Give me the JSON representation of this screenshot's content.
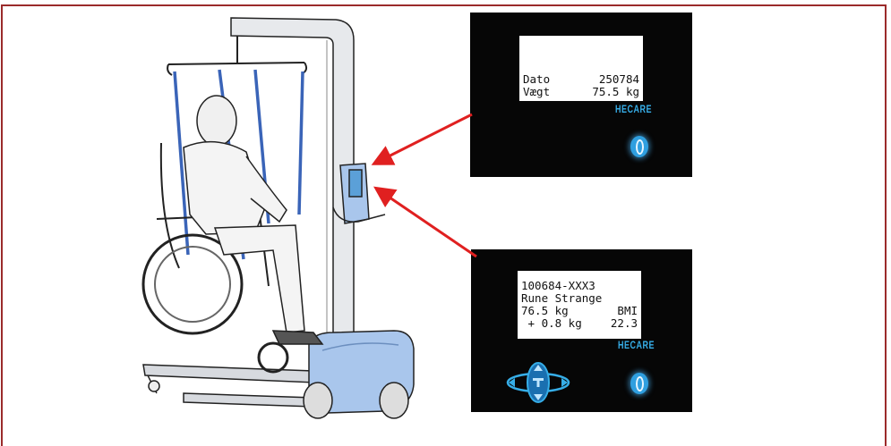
{
  "screen_top": {
    "rows": [
      {
        "label": "Dato",
        "value": "250784"
      },
      {
        "label": "Vægt",
        "value": "75.5 kg"
      }
    ],
    "brand": "HECARE"
  },
  "screen_bottom": {
    "lines": [
      {
        "left": "100684-XXX3",
        "right": ""
      },
      {
        "left": "Rune Strange",
        "right": ""
      },
      {
        "left": "76.5 kg",
        "right": "BMI"
      },
      {
        "left": " + 0.8 kg",
        "right": "22.3"
      }
    ],
    "brand": "HECARE"
  },
  "colors": {
    "frame": "#9b2b2b",
    "arrow": "#e02020",
    "accent": "#36aee8",
    "lift": "#a9bfe0"
  }
}
